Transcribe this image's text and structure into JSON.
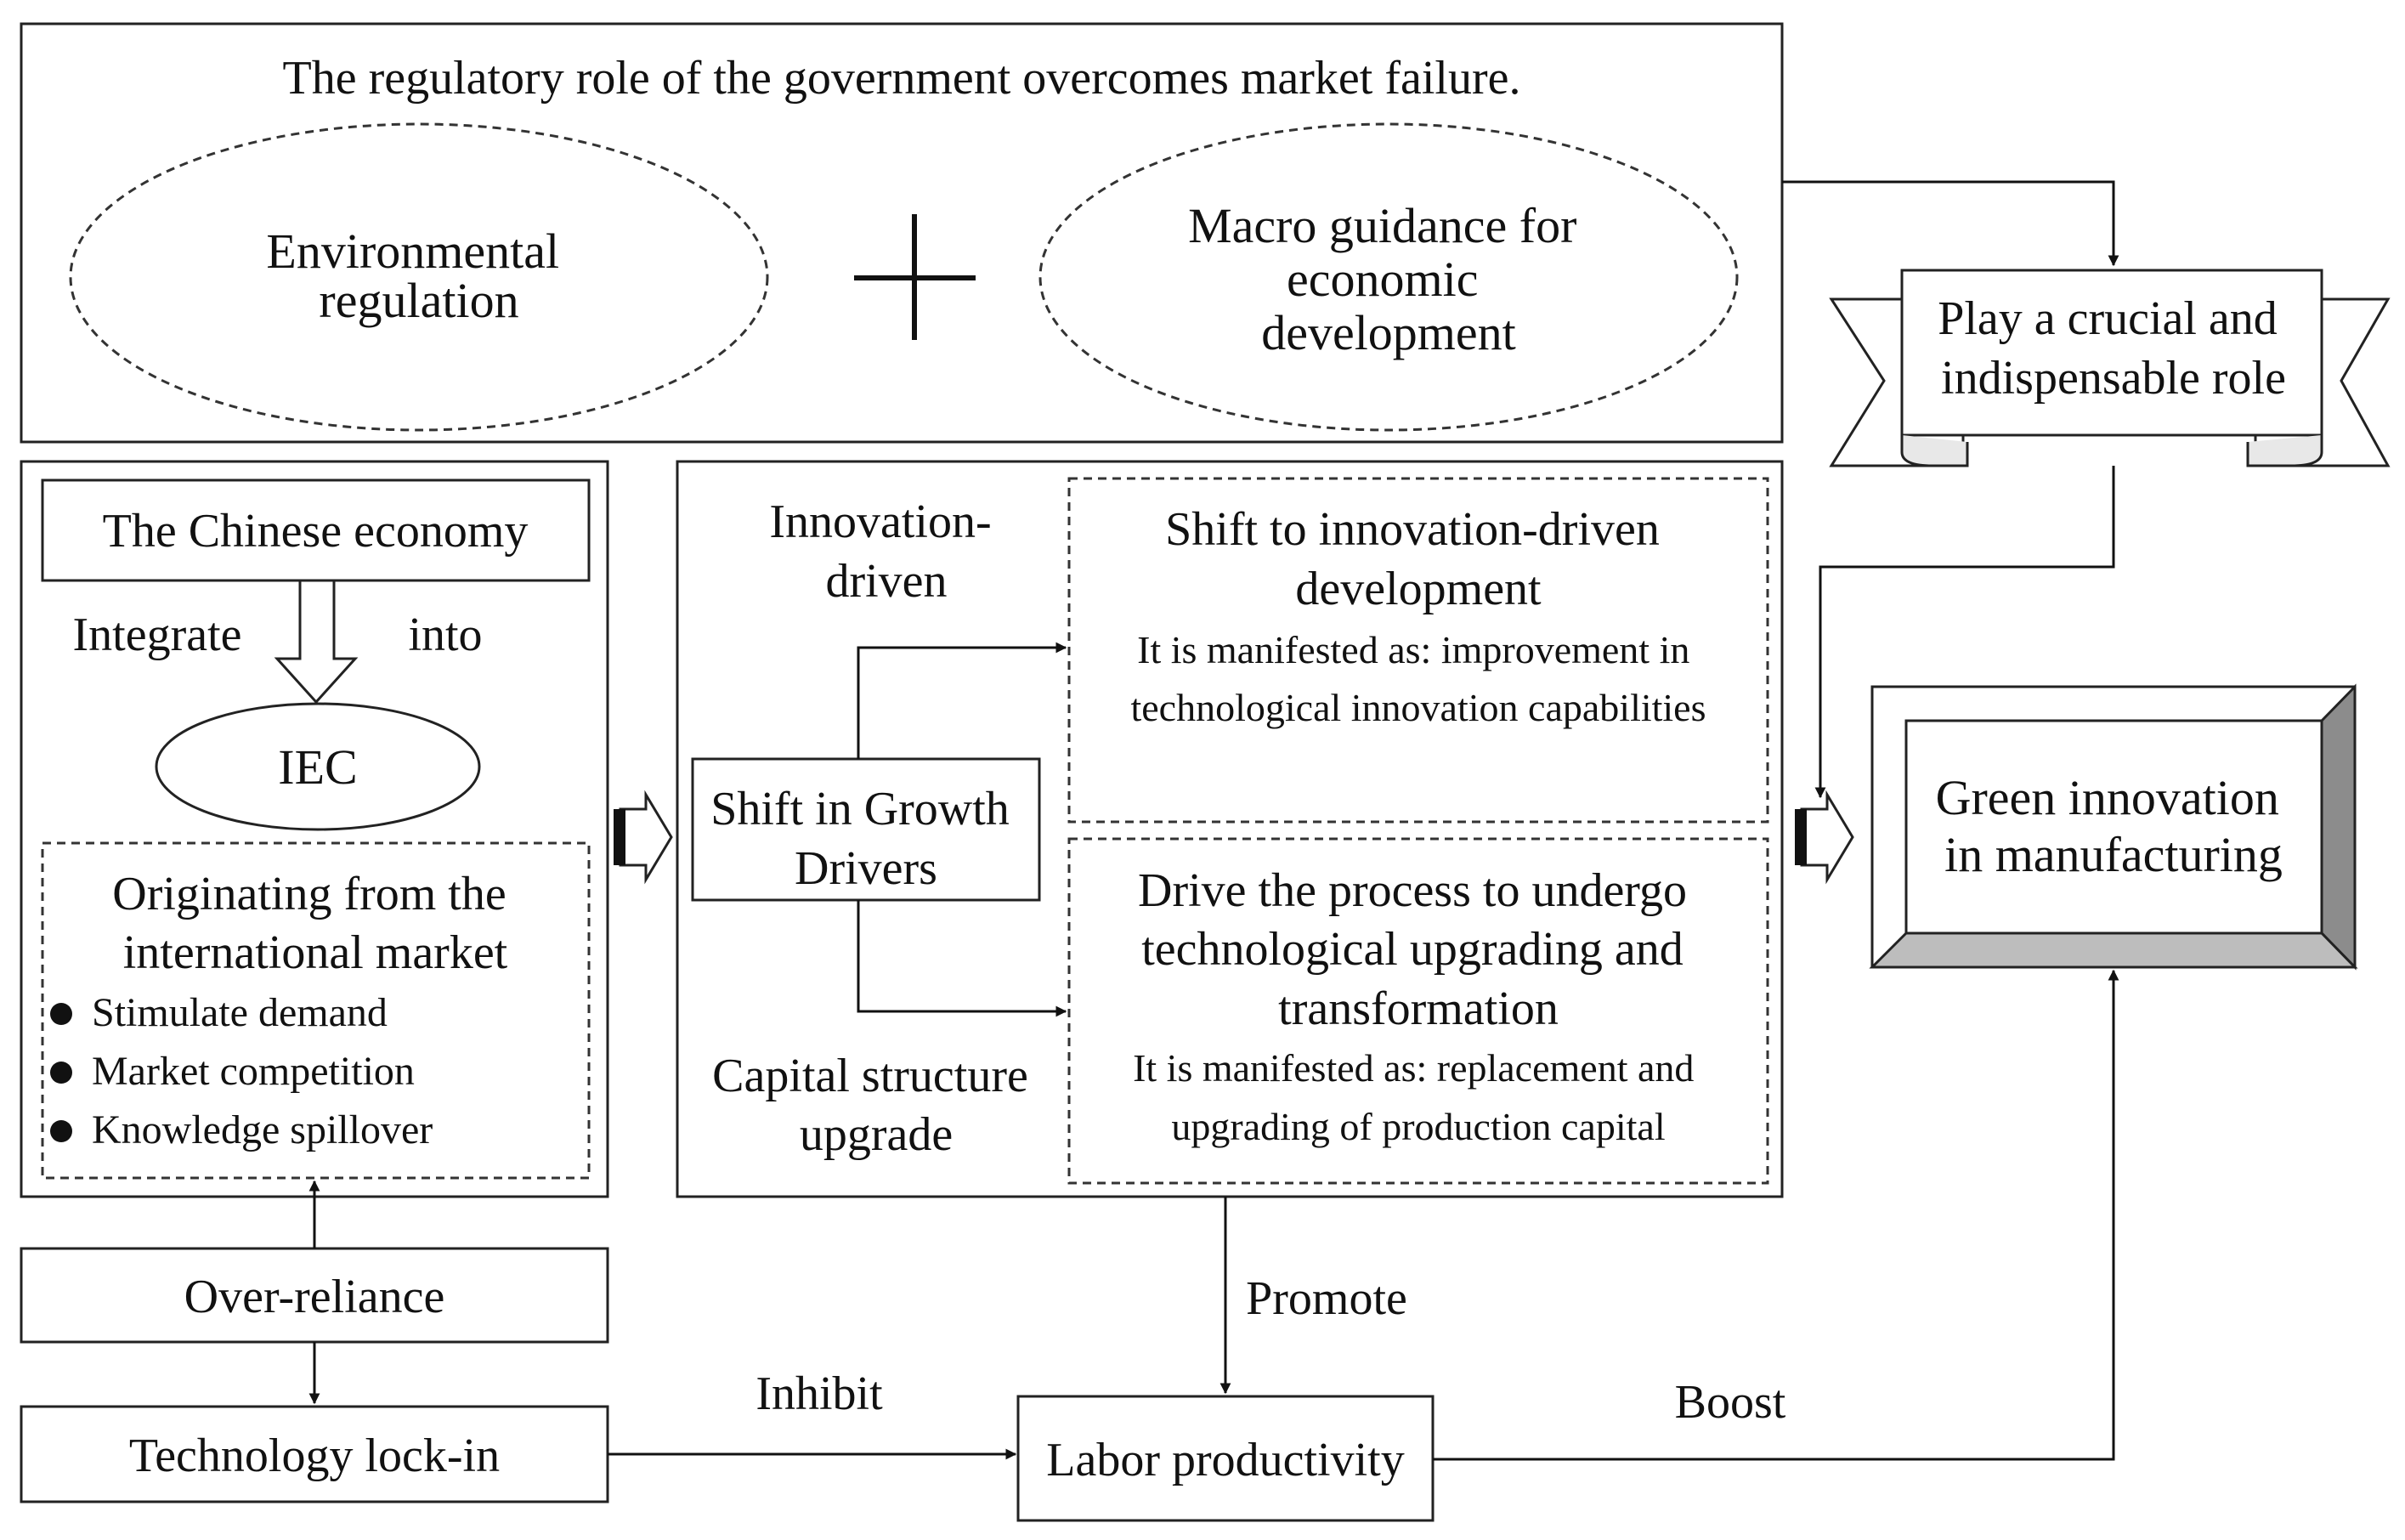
{
  "top_panel": {
    "title": "The regulatory role of the government overcomes market failure.",
    "left_ellipse": [
      "Environmental",
      "regulation"
    ],
    "right_ellipse": [
      "Macro guidance for",
      "economic",
      "development"
    ]
  },
  "ribbon": {
    "lines": [
      "Play a crucial and",
      "indispensable role"
    ]
  },
  "left_panel": {
    "chinese_economy": "The Chinese economy",
    "integrate": "Integrate",
    "into": "into",
    "iec": "IEC",
    "origin_title": [
      "Originating from the",
      "international market"
    ],
    "bullets": [
      "Stimulate demand",
      "Market competition",
      "Knowledge spillover"
    ]
  },
  "middle_panel": {
    "innovation_driven": [
      "Innovation-",
      "driven"
    ],
    "shift_drivers": [
      "Shift in Growth",
      "Drivers"
    ],
    "capital_upgrade": [
      "Capital structure",
      "upgrade"
    ],
    "box1_title": [
      "Shift to innovation-driven",
      "development"
    ],
    "box1_desc": [
      "It is manifested as: improvement in",
      "technological innovation capabilities"
    ],
    "box2_title": [
      "Drive the process to undergo",
      "technological upgrading and",
      "transformation"
    ],
    "box2_desc": [
      "It is manifested as: replacement and",
      "upgrading of production capital"
    ]
  },
  "green_box": [
    "Green innovation",
    "in manufacturing"
  ],
  "bottom": {
    "over_reliance": "Over-reliance",
    "tech_lockin": "Technology lock-in",
    "labor": "Labor productivity",
    "inhibit": "Inhibit",
    "promote": "Promote",
    "boost": "Boost"
  }
}
